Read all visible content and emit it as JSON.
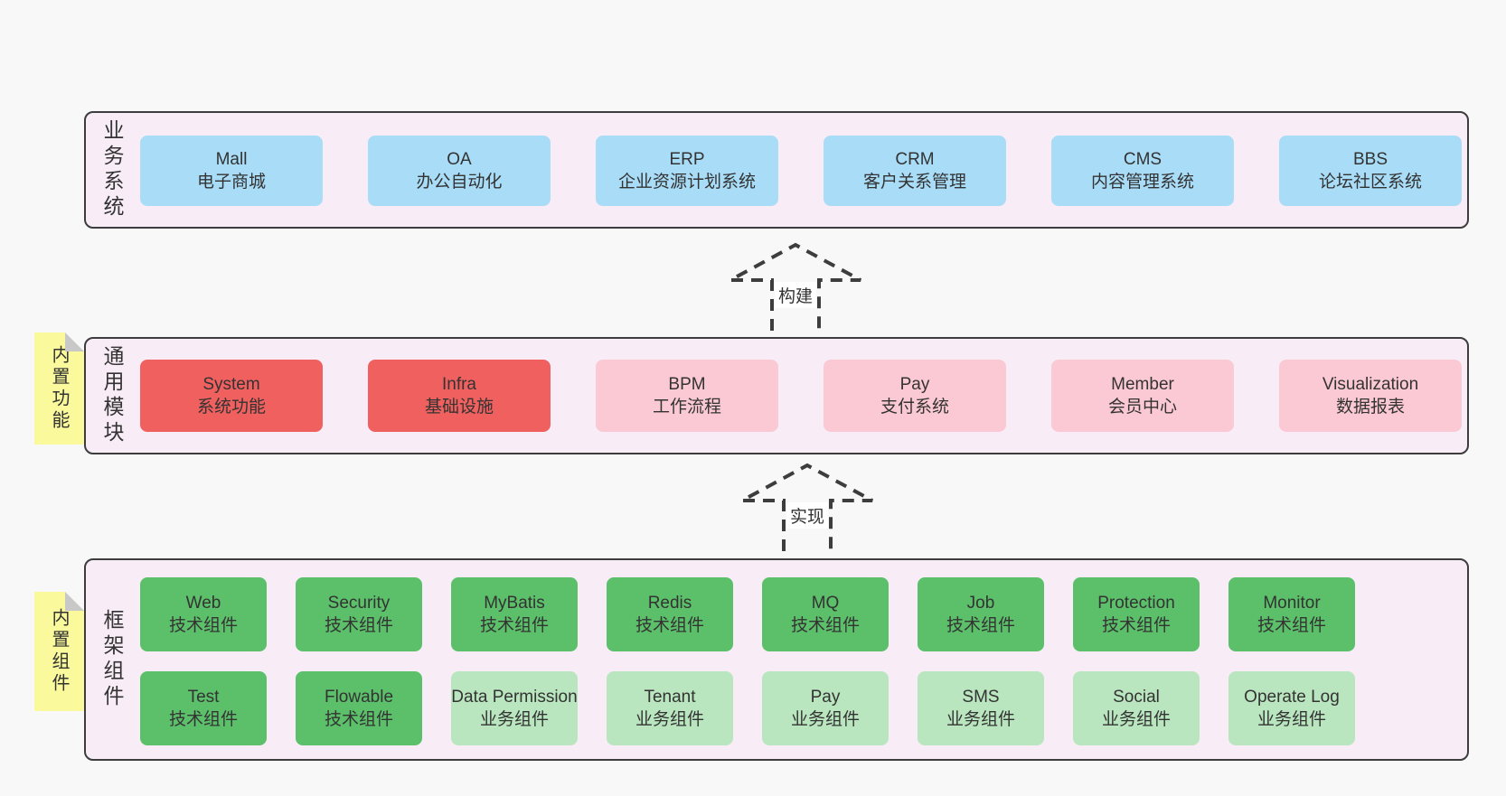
{
  "colors": {
    "page_bg": "#f8f8f8",
    "layer_fill": "#f8edf7",
    "line": "#3d3d3d",
    "blue": "#a9dcf7",
    "red": "#f0605f",
    "pink": "#fbc9d3",
    "green_dark": "#5cc06a",
    "green_light": "#bae6bf",
    "note_yellow": "#fafa9d",
    "fold_gray": "#c8c8c8",
    "label_bg": "#ffffff",
    "text": "#333333"
  },
  "layers": {
    "business": {
      "title": "业务系统",
      "boxes": [
        {
          "en": "Mall",
          "zh": "电子商城"
        },
        {
          "en": "OA",
          "zh": "办公自动化"
        },
        {
          "en": "ERP",
          "zh": "企业资源计划系统"
        },
        {
          "en": "CRM",
          "zh": "客户关系管理"
        },
        {
          "en": "CMS",
          "zh": "内容管理系统"
        },
        {
          "en": "BBS",
          "zh": "论坛社区系统"
        }
      ]
    },
    "modules": {
      "title": "通用模块",
      "note": "内置功能",
      "boxes": [
        {
          "en": "System",
          "zh": "系统功能"
        },
        {
          "en": "Infra",
          "zh": "基础设施"
        },
        {
          "en": "BPM",
          "zh": "工作流程"
        },
        {
          "en": "Pay",
          "zh": "支付系统"
        },
        {
          "en": "Member",
          "zh": "会员中心"
        },
        {
          "en": "Visualization",
          "zh": "数据报表"
        }
      ]
    },
    "components": {
      "title": "框架组件",
      "note": "内置组件",
      "row1": [
        {
          "en": "Web",
          "zh": "技术组件"
        },
        {
          "en": "Security",
          "zh": "技术组件"
        },
        {
          "en": "MyBatis",
          "zh": "技术组件"
        },
        {
          "en": "Redis",
          "zh": "技术组件"
        },
        {
          "en": "MQ",
          "zh": "技术组件"
        },
        {
          "en": "Job",
          "zh": "技术组件"
        },
        {
          "en": "Protection",
          "zh": "技术组件"
        },
        {
          "en": "Monitor",
          "zh": "技术组件"
        }
      ],
      "row2": [
        {
          "en": "Test",
          "zh": "技术组件"
        },
        {
          "en": "Flowable",
          "zh": "技术组件"
        },
        {
          "en": "Data Permission",
          "zh": "业务组件"
        },
        {
          "en": "Tenant",
          "zh": "业务组件"
        },
        {
          "en": "Pay",
          "zh": "业务组件"
        },
        {
          "en": "SMS",
          "zh": "业务组件"
        },
        {
          "en": "Social",
          "zh": "业务组件"
        },
        {
          "en": "Operate Log",
          "zh": "业务组件"
        }
      ]
    }
  },
  "arrows": {
    "build": "构建",
    "implement": "实现"
  }
}
